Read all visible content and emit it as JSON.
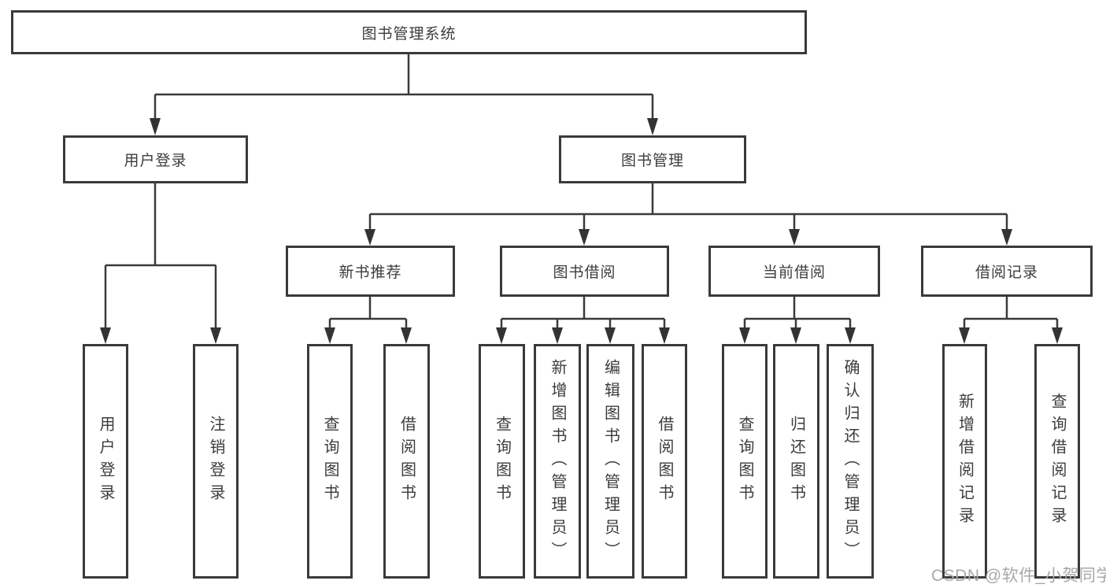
{
  "diagram_title": "图书管理系统",
  "tree": {
    "label": "图书管理系统",
    "children": [
      {
        "label": "用户登录",
        "children": [
          {
            "label": "用户登录"
          },
          {
            "label": "注销登录"
          }
        ]
      },
      {
        "label": "图书管理",
        "children": [
          {
            "label": "新书推荐",
            "children": [
              {
                "label": "查询图书"
              },
              {
                "label": "借阅图书"
              }
            ]
          },
          {
            "label": "图书借阅",
            "children": [
              {
                "label": "查询图书"
              },
              {
                "label": "新增图书（管理员）"
              },
              {
                "label": "编辑图书（管理员）"
              },
              {
                "label": "借阅图书"
              }
            ]
          },
          {
            "label": "当前借阅",
            "children": [
              {
                "label": "查询图书"
              },
              {
                "label": "归还图书"
              },
              {
                "label": "确认归还（管理员）"
              }
            ]
          },
          {
            "label": "借阅记录",
            "children": [
              {
                "label": "新增借阅记录"
              },
              {
                "label": "查询借阅记录"
              }
            ]
          }
        ]
      }
    ]
  },
  "watermark": {
    "text": "CSDN @软件_小贺同学"
  },
  "colors": {
    "line": "#3a3a3a",
    "box_border": "#3a3a3a",
    "text": "#3c3c3c",
    "background": "#ffffff",
    "watermark": "#a8a8a8"
  }
}
